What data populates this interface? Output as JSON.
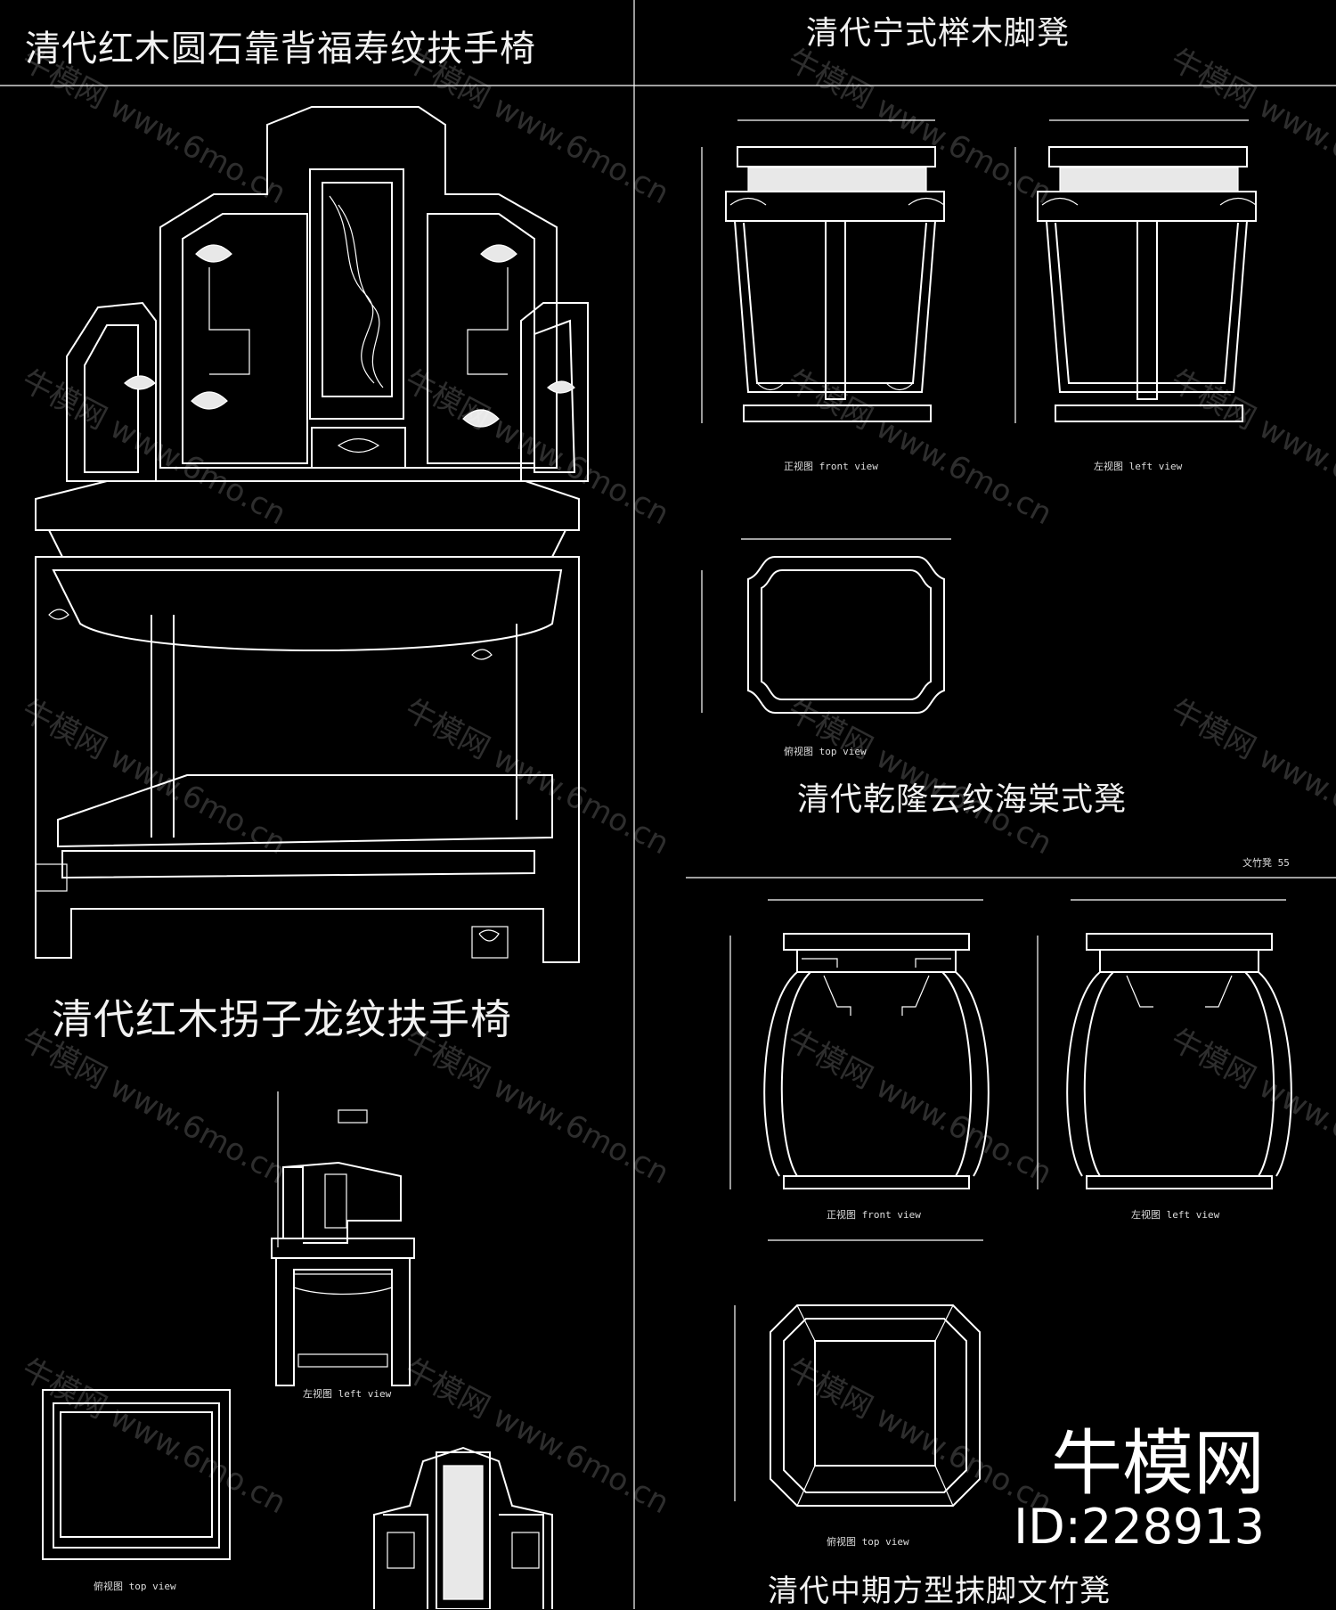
{
  "titles": {
    "armchair_fushou": "清代红木圆石靠背福寿纹扶手椅",
    "stool_ningshi": "清代宁式榉木脚凳",
    "stool_qianlong": "清代乾隆云纹海棠式凳",
    "armchair_guaizi": "清代红木拐子龙纹扶手椅",
    "stool_bamboo": "清代中期方型抹脚文竹凳"
  },
  "view_labels": {
    "front": "正视图  front view",
    "left": "左视图  left view",
    "top": "俯视图  top view",
    "page_ref": "文竹凳  55"
  },
  "watermark": {
    "text": "牛模网 www.6mo.cn"
  },
  "brand": {
    "name": "牛模网",
    "id": "ID:228913"
  }
}
